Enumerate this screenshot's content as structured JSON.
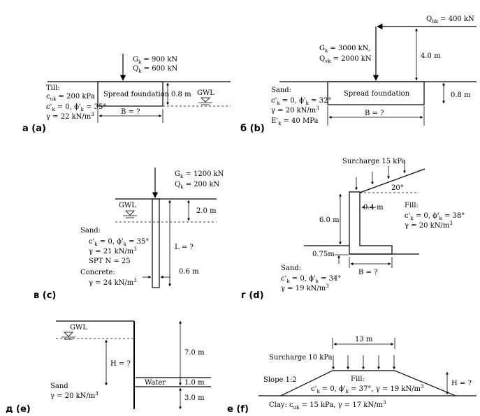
{
  "a": {
    "caption": "а (a)",
    "loads": [
      "G",
      "k",
      " = 900 kN",
      "Q",
      "k",
      " = 600 kN"
    ],
    "soil_title": "Till:",
    "soil_props": [
      "c",
      "uk",
      " = 200 kPa",
      "c'",
      "k",
      " = 0, ϕ'",
      "k",
      " = 35°",
      "γ = 22 kN/m",
      "3"
    ],
    "foundation": "Spread foundation",
    "depth": "0.8 m",
    "gwl": "GWL",
    "width": "B = ?"
  },
  "b": {
    "caption": "б (b)",
    "q_top": [
      "Q",
      "hk",
      " = 400 kN"
    ],
    "loads": [
      "G",
      "k",
      " = 3000 kN,",
      "Q",
      "vk",
      " = 2000 kN"
    ],
    "height": "4.0 m",
    "soil_title": "Sand:",
    "soil_props": [
      "c'",
      "k",
      " = 0, ϕ'",
      "k",
      " = 32°",
      "γ = 20 kN/m",
      "3",
      "E'",
      "k",
      " = 40 MPa"
    ],
    "foundation": "Spread foundation",
    "depth": "0.8 m",
    "width": "B = ?"
  },
  "c": {
    "caption": "в (c)",
    "loads": [
      "G",
      "k",
      " = 1200 kN",
      "Q",
      "k",
      " = 200 kN"
    ],
    "gwl": "GWL",
    "gwl_depth": "2.0 m",
    "soil_title": "Sand:",
    "soil_props": [
      "c'",
      "k",
      " = 0, ϕ'",
      "k",
      " = 35°",
      "γ = 21 kN/m",
      "3",
      "SPT N = 25"
    ],
    "concrete_title": "Concrete:",
    "concrete_props": [
      "γ = 24 kN/m",
      "3"
    ],
    "length": "L = ?",
    "diameter": "0.6 m"
  },
  "d": {
    "caption": "г (d)",
    "surcharge": "Surcharge 15 kPa",
    "angle": "20°",
    "stem": "0.4 m",
    "height": "6.0 m",
    "fill_title": "Fill:",
    "fill_props": [
      "c'",
      "k",
      " = 0, ϕ'",
      "k",
      " = 38°",
      "γ = 20 kN/m",
      "3"
    ],
    "base_depth": "0.75m",
    "soil_title": "Sand:",
    "soil_props": [
      "c'",
      "k",
      " = 0, ϕ'",
      "k",
      " = 34°",
      "γ = 19 kN/m",
      "3"
    ],
    "width": "B = ?"
  },
  "e": {
    "caption": "д (e)",
    "gwl": "GWL",
    "h": "H = ?",
    "h_total": "7.0 m",
    "water": "Water",
    "water_depth": "1.0 m",
    "embed": "3.0 m",
    "soil_title": "Sand",
    "soil_props": [
      "γ = 20 kN/m",
      "3"
    ]
  },
  "f": {
    "caption": "e (f)",
    "top_width": "13 m",
    "surcharge": "Surcharge 10 kPa",
    "slope": "Slope 1:2",
    "fill_title": "Fill:",
    "fill_props": [
      "c'",
      "k",
      " = 0, ϕ'",
      "k",
      " = 37°, γ = 19 kN/m",
      "3"
    ],
    "h": "H = ?",
    "clay": [
      "Clay:  c",
      "uk",
      " = 15 kPa, γ = 17 kN/m",
      "3"
    ]
  }
}
